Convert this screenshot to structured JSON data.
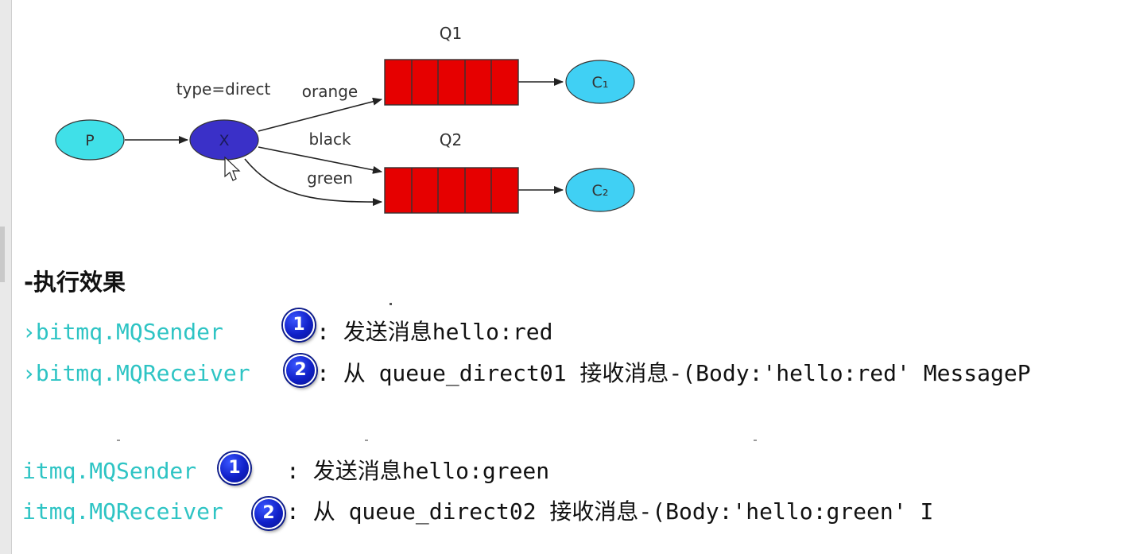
{
  "diagram": {
    "exchange_type_label": "type=direct",
    "producer": "P",
    "exchange": "X",
    "queues": [
      {
        "name": "Q1",
        "routing_keys": [
          "orange"
        ],
        "consumer": "C₁"
      },
      {
        "name": "Q2",
        "routing_keys": [
          "black",
          "green"
        ],
        "consumer": "C₂"
      }
    ],
    "colors": {
      "producer": "#40e0e8",
      "exchange": "#3a30c8",
      "queue": "#e60000",
      "consumer": "#40d0f4"
    }
  },
  "section_title": "-执行效果",
  "logs": [
    {
      "logger": "›bitmq.MQSender",
      "badge": "1",
      "message": ": 发送消息hello:red"
    },
    {
      "logger": "›bitmq.MQReceiver",
      "badge": "2",
      "message": ": 从 queue_direct01 接收消息-(Body:'hello:red' MessageP"
    },
    {
      "logger": "itmq.MQSender",
      "badge": "1",
      "message": ": 发送消息hello:green"
    },
    {
      "logger": "itmq.MQReceiver",
      "badge": "2",
      "message": ": 从 queue_direct02 接收消息-(Body:'hello:green' I"
    }
  ]
}
